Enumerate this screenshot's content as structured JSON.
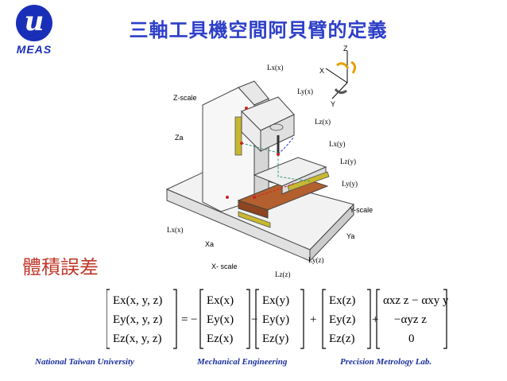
{
  "logo": {
    "text": "MEAS"
  },
  "title": "三軸工具機空間阿貝臂的定義",
  "subtitle": "體積誤差",
  "diagram": {
    "labels": {
      "z_scale": "Z-scale",
      "za": "Za",
      "xa": "Xa",
      "x_scale": "X- scale",
      "y_scale": "Y-scale",
      "ya": "Ya",
      "lx_x": "Lx(x)",
      "ly_x": "Ly(x)",
      "lz_x": "Lz(x)",
      "lx_y": "Lx(y)",
      "lz_y": "Lz(y)",
      "ly_y": "Ly(y)",
      "lx_x2": "Lx(x)",
      "ly_z": "Ly(z)",
      "lz_z": "Lz(z)",
      "axis_z": "Z",
      "axis_x": "X",
      "axis_y": "Y"
    }
  },
  "equation": {
    "lhs": [
      "Ex(x, y, z)",
      "Ey(x, y, z)",
      "Ez(x, y, z)"
    ],
    "m1": [
      "Ex(x)",
      "Ey(x)",
      "Ez(x)"
    ],
    "m2": [
      "Ex(y)",
      "Ey(y)",
      "Ez(y)"
    ],
    "m3": [
      "Ex(z)",
      "Ey(z)",
      "Ez(z)"
    ],
    "m4": [
      "αxz z − αxy y",
      "−αyz z",
      "0"
    ]
  },
  "footer": {
    "left": "National Taiwan University",
    "center": "Mechanical Engineering",
    "right": "Precision Metrology Lab."
  },
  "colors": {
    "title": "#2d3fc8",
    "subtitle": "#c0392b",
    "footer": "#1a2f9e",
    "logo": "#1a2fb8"
  }
}
